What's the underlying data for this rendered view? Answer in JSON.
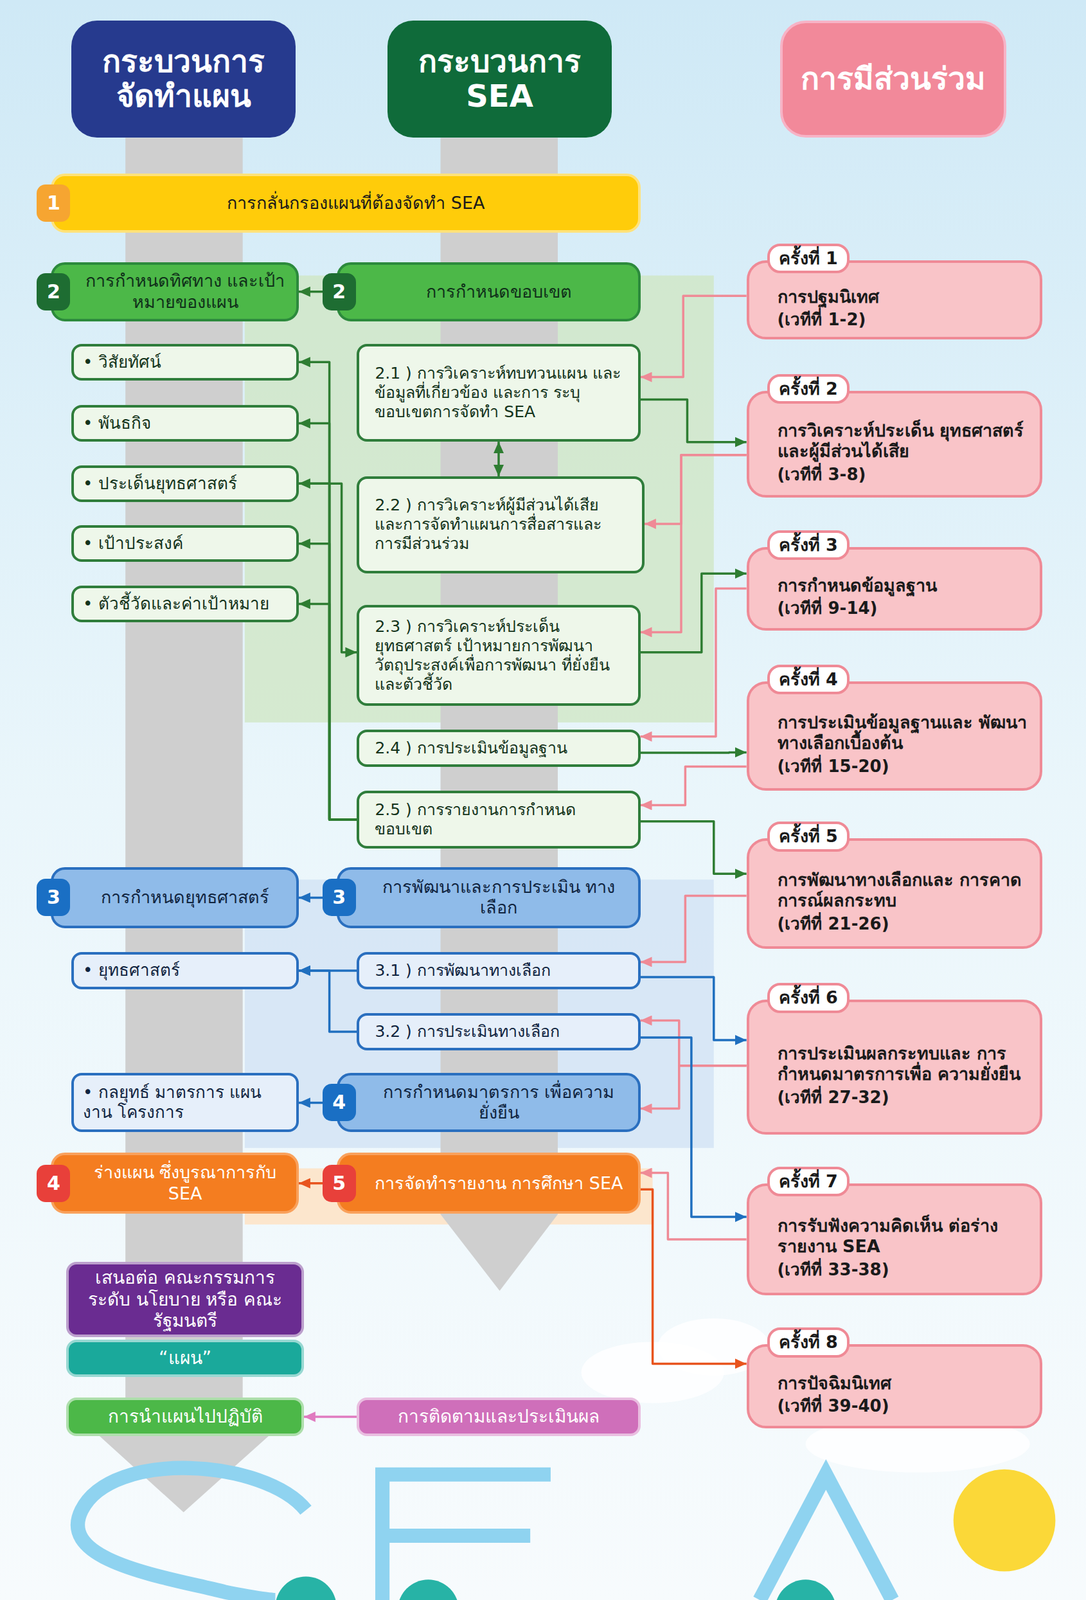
{
  "diagram": {
    "nodes": [
      {
        "text": [
          "กระบวนการ จัดทำแผน"
        ]
      },
      {
        "text": [
          "กระบวนการ SEA"
        ]
      },
      {
        "text": [
          "การมีส่วนร่วม"
        ]
      },
      {
        "text": [
          "1",
          "การกลั่นกรองแผนที่ต้องจัดทำ SEA"
        ]
      },
      {
        "text": [
          "2",
          "การกำหนดทิศทาง และเป้าหมายของแผน"
        ]
      },
      {
        "text": [
          "2",
          "การกำหนดขอบเขต"
        ]
      },
      {
        "text": [
          "ครั้งที่ 1",
          "การปฐมนิเทศ",
          "(เวทีที่ 1-2)"
        ]
      },
      {
        "text": [
          "• วิสัยทัศน์"
        ]
      },
      {
        "text": [
          "2.1 ) การวิเคราะห์ทบทวนแผน และข้อมูลที่เกี่ยวข้อง และการ ระบุขอบเขตการจัดทำ SEA"
        ]
      },
      {
        "text": [
          "• พันธกิจ"
        ]
      },
      {
        "text": [
          "ครั้งที่ 2",
          "การวิเคราะห์ประเด็น ยุทธศาสตร์และผู้มีส่วนได้เสีย",
          "(เวทีที่ 3-8)"
        ]
      },
      {
        "text": [
          "• ประเด็นยุทธศาสตร์"
        ]
      },
      {
        "text": [
          "2.2 ) การวิเคราะห์ผู้มีส่วนได้เสีย และการจัดทำแผนการสื่อสารและ การมีส่วนร่วม"
        ]
      },
      {
        "text": [
          "• เป้าประสงค์"
        ]
      },
      {
        "text": [
          "ครั้งที่ 3",
          "การกำหนดข้อมูลฐาน",
          "(เวทีที่ 9-14)"
        ]
      },
      {
        "text": [
          "• ตัวชี้วัดและค่าเป้าหมาย"
        ]
      },
      {
        "text": [
          "2.3 ) การวิเคราะห์ประเด็น ยุทธศาสตร์ เป้าหมายการพัฒนา วัตถุประสงค์เพื่อการพัฒนา ที่ยั่งยืน และตัวชี้วัด"
        ]
      },
      {
        "text": [
          "ครั้งที่ 4",
          "การประเมินข้อมูลฐานและ พัฒนาทางเลือกเบื้องต้น",
          "(เวทีที่ 15-20)"
        ]
      },
      {
        "text": [
          "2.4 ) การประเมินข้อมูลฐาน"
        ]
      },
      {
        "text": [
          "2.5 ) การรายงานการกำหนด ขอบเขต"
        ]
      },
      {
        "text": [
          "ครั้งที่ 5",
          "การพัฒนาทางเลือกและ การคาดการณ์ผลกระทบ",
          "(เวทีที่ 21-26)"
        ]
      },
      {
        "text": [
          "3",
          "การกำหนดยุทธศาสตร์"
        ]
      },
      {
        "text": [
          "3",
          "การพัฒนาและการประเมิน ทางเลือก"
        ]
      },
      {
        "text": [
          "• ยุทธศาสตร์"
        ]
      },
      {
        "text": [
          "3.1 ) การพัฒนาทางเลือก"
        ]
      },
      {
        "text": [
          "ครั้งที่ 6",
          "การประเมินผลกระทบและ การกำหนดมาตรการเพื่อ ความยั่งยืน",
          "(เวทีที่ 27-32)"
        ]
      },
      {
        "text": [
          "3.2 ) การประเมินทางเลือก"
        ]
      },
      {
        "text": [
          "• กลยุทธ์ มาตรการ แผนงาน โครงการ"
        ]
      },
      {
        "text": [
          "4",
          "การกำหนดมาตรการ เพื่อความยั่งยืน"
        ]
      },
      {
        "text": [
          "4",
          "ร่างแผน ซึ่งบูรณาการกับ SEA"
        ]
      },
      {
        "text": [
          "5",
          "การจัดทำรายงาน การศึกษา SEA"
        ]
      },
      {
        "text": [
          "ครั้งที่ 7",
          "การรับฟังความคิดเห็น ต่อร่างรายงาน SEA",
          "(เวทีที่ 33-38)"
        ]
      },
      {
        "text": [
          "เสนอต่อ คณะกรรมการระดับ นโยบาย หรือ คณะรัฐมนตรี"
        ]
      },
      {
        "text": [
          "“แผน”"
        ]
      },
      {
        "text": [
          "ครั้งที่ 8",
          "การปัจฉิมนิเทศ",
          "(เวทีที่ 39-40)"
        ]
      },
      {
        "text": [
          "การนำแผนไปปฏิบัติ"
        ]
      },
      {
        "text": [
          "การติดตามและประเมินผล"
        ]
      }
    ],
    "edges": [
      {
        "from": 4,
        "to": 5,
        "arrow": "both"
      },
      {
        "from": 8,
        "to": 12,
        "arrow": "both"
      },
      {
        "from": 19,
        "to": 7,
        "arrow": "to"
      },
      {
        "from": 19,
        "to": 9,
        "arrow": "to"
      },
      {
        "from": 19,
        "to": 11,
        "arrow": "to"
      },
      {
        "from": 19,
        "to": 13,
        "arrow": "to"
      },
      {
        "from": 19,
        "to": 15,
        "arrow": "to"
      },
      {
        "from": 11,
        "to": 16,
        "arrow": "to"
      },
      {
        "from": 6,
        "to": 8,
        "arrow": "to"
      },
      {
        "from": 8,
        "to": 10,
        "arrow": "to"
      },
      {
        "from": 10,
        "to": 12,
        "arrow": "to"
      },
      {
        "from": 10,
        "to": 16,
        "arrow": "to"
      },
      {
        "from": 16,
        "to": 14,
        "arrow": "to"
      },
      {
        "from": 14,
        "to": 18,
        "arrow": "to"
      },
      {
        "from": 18,
        "to": 17,
        "arrow": "to"
      },
      {
        "from": 17,
        "to": 19,
        "arrow": "to"
      },
      {
        "from": 19,
        "to": 20,
        "arrow": "to"
      },
      {
        "from": 21,
        "to": 22,
        "arrow": "both"
      },
      {
        "from": 24,
        "to": 23,
        "arrow": "to"
      },
      {
        "from": 26,
        "to": 23,
        "arrow": "to"
      },
      {
        "from": 20,
        "to": 24,
        "arrow": "to"
      },
      {
        "from": 24,
        "to": 25,
        "arrow": "to"
      },
      {
        "from": 25,
        "to": 26,
        "arrow": "to"
      },
      {
        "from": 25,
        "to": 28,
        "arrow": "to"
      },
      {
        "from": 26,
        "to": 31,
        "arrow": "to"
      },
      {
        "from": 27,
        "to": 28,
        "arrow": "both"
      },
      {
        "from": 31,
        "to": 30,
        "arrow": "to"
      },
      {
        "from": 30,
        "to": 29,
        "arrow": "to"
      },
      {
        "from": 30,
        "to": 34,
        "arrow": "to"
      },
      {
        "from": 36,
        "to": 35,
        "arrow": "to"
      }
    ]
  }
}
